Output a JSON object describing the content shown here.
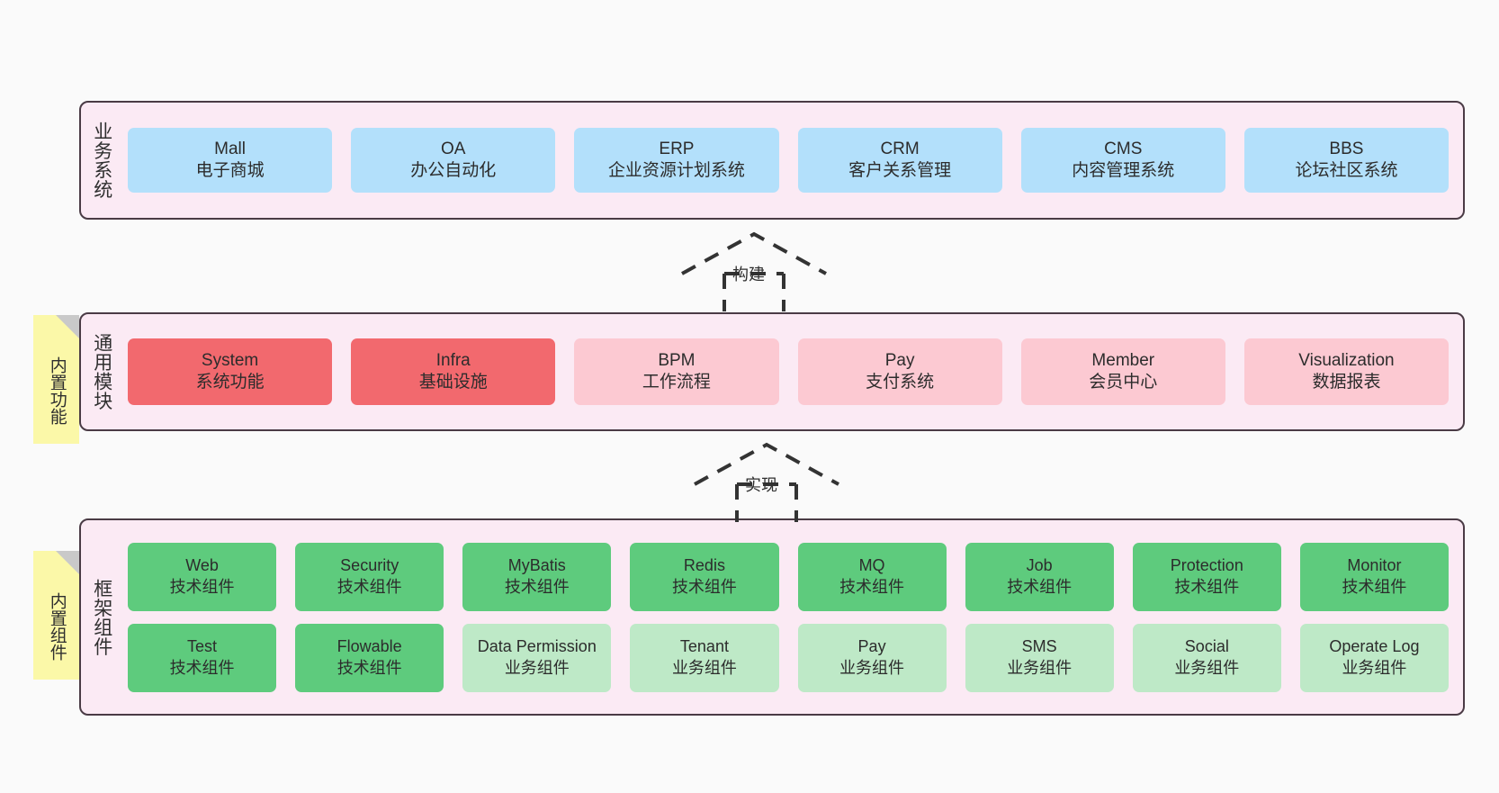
{
  "layers": [
    {
      "id": "business",
      "title": "业务系统",
      "rows": [
        {
          "cells": [
            {
              "name": "Mall",
              "sub": "电子商城",
              "color": "#b3e0fb",
              "style": "c-blue"
            },
            {
              "name": "OA",
              "sub": "办公自动化",
              "color": "#b3e0fb",
              "style": "c-blue"
            },
            {
              "name": "ERP",
              "sub": "企业资源计划系统",
              "color": "#b3e0fb",
              "style": "c-blue"
            },
            {
              "name": "CRM",
              "sub": "客户关系管理",
              "color": "#b3e0fb",
              "style": "c-blue"
            },
            {
              "name": "CMS",
              "sub": "内容管理系统",
              "color": "#b3e0fb",
              "style": "c-blue"
            },
            {
              "name": "BBS",
              "sub": "论坛社区系统",
              "color": "#b3e0fb",
              "style": "c-blue"
            }
          ]
        }
      ]
    },
    {
      "id": "modules",
      "title": "通用模块",
      "rows": [
        {
          "cells": [
            {
              "name": "System",
              "sub": "系统功能",
              "color": "#f2696e",
              "style": "c-red"
            },
            {
              "name": "Infra",
              "sub": "基础设施",
              "color": "#f2696e",
              "style": "c-red"
            },
            {
              "name": "BPM",
              "sub": "工作流程",
              "color": "#fcc9d2",
              "style": "c-pink"
            },
            {
              "name": "Pay",
              "sub": "支付系统",
              "color": "#fcc9d2",
              "style": "c-pink"
            },
            {
              "name": "Member",
              "sub": "会员中心",
              "color": "#fcc9d2",
              "style": "c-pink"
            },
            {
              "name": "Visualization",
              "sub": "数据报表",
              "color": "#fcc9d2",
              "style": "c-pink"
            }
          ]
        }
      ]
    },
    {
      "id": "framework",
      "title": "框架组件",
      "rows": [
        {
          "cells": [
            {
              "name": "Web",
              "sub": "技术组件",
              "color": "#5ecb7d",
              "style": "c-green"
            },
            {
              "name": "Security",
              "sub": "技术组件",
              "color": "#5ecb7d",
              "style": "c-green"
            },
            {
              "name": "MyBatis",
              "sub": "技术组件",
              "color": "#5ecb7d",
              "style": "c-green"
            },
            {
              "name": "Redis",
              "sub": "技术组件",
              "color": "#5ecb7d",
              "style": "c-green"
            },
            {
              "name": "MQ",
              "sub": "技术组件",
              "color": "#5ecb7d",
              "style": "c-green"
            },
            {
              "name": "Job",
              "sub": "技术组件",
              "color": "#5ecb7d",
              "style": "c-green"
            },
            {
              "name": "Protection",
              "sub": "技术组件",
              "color": "#5ecb7d",
              "style": "c-green"
            },
            {
              "name": "Monitor",
              "sub": "技术组件",
              "color": "#5ecb7d",
              "style": "c-green"
            }
          ]
        },
        {
          "cells": [
            {
              "name": "Test",
              "sub": "技术组件",
              "color": "#5ecb7d",
              "style": "c-green"
            },
            {
              "name": "Flowable",
              "sub": "技术组件",
              "color": "#5ecb7d",
              "style": "c-green"
            },
            {
              "name": "Data Permission",
              "sub": "业务组件",
              "color": "#bee9c7",
              "style": "c-lightgreen"
            },
            {
              "name": "Tenant",
              "sub": "业务组件",
              "color": "#bee9c7",
              "style": "c-lightgreen"
            },
            {
              "name": "Pay",
              "sub": "业务组件",
              "color": "#bee9c7",
              "style": "c-lightgreen"
            },
            {
              "name": "SMS",
              "sub": "业务组件",
              "color": "#bee9c7",
              "style": "c-lightgreen"
            },
            {
              "name": "Social",
              "sub": "业务组件",
              "color": "#bee9c7",
              "style": "c-lightgreen"
            },
            {
              "name": "Operate Log",
              "sub": "业务组件",
              "color": "#bee9c7",
              "style": "c-lightgreen"
            }
          ]
        }
      ]
    }
  ],
  "notes": [
    {
      "id": "features",
      "text": "内置功能",
      "color": "#fbf8a8"
    },
    {
      "id": "components",
      "text": "内置组件",
      "color": "#fbf8a8"
    }
  ],
  "arrows": [
    {
      "id": "build",
      "label": "构建",
      "style": "dashed-hollow-triangle"
    },
    {
      "id": "impl",
      "label": "实现",
      "style": "dashed-hollow-triangle"
    }
  ],
  "theme": {
    "background": "#fafafa",
    "layer_fill": "#fbeaf4",
    "layer_border": "#4a3b45",
    "note_fill": "#fbf8a8",
    "note_fold": "#c9c9c9",
    "text": "#2c2c2c",
    "arrow": "#333333"
  }
}
